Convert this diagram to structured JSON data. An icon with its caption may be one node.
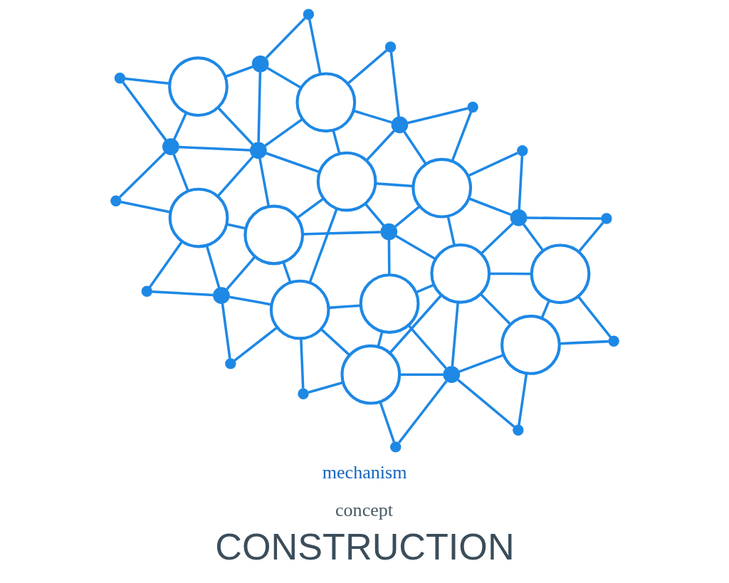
{
  "diagram": {
    "title": "CONSTRUCTION",
    "nodes": [
      {
        "text": [],
        "shape": "dot"
      },
      {
        "text": [],
        "shape": "dot"
      },
      {
        "text": [],
        "shape": "dot"
      },
      {
        "text": [],
        "shape": "dot"
      },
      {
        "text": [],
        "shape": "circle"
      },
      {
        "text": [],
        "shape": "circle"
      },
      {
        "text": [],
        "shape": "dot"
      },
      {
        "text": [],
        "shape": "circle"
      },
      {
        "text": [],
        "shape": "dot"
      },
      {
        "text": [],
        "shape": "dot"
      },
      {
        "text": [],
        "shape": "circle"
      },
      {
        "text": [],
        "shape": "dot"
      },
      {
        "text": [],
        "shape": "circle"
      },
      {
        "text": [],
        "shape": "dot"
      },
      {
        "text": [],
        "shape": "dot"
      },
      {
        "text": [],
        "shape": "dot"
      },
      {
        "text": [],
        "shape": "circle"
      },
      {
        "text": [],
        "shape": "circle"
      },
      {
        "text": [],
        "shape": "dot"
      },
      {
        "text": [],
        "shape": "circle"
      },
      {
        "text": [],
        "shape": "circle"
      },
      {
        "text": [],
        "shape": "dot"
      },
      {
        "text": [],
        "shape": "dot"
      },
      {
        "text": [],
        "shape": "circle"
      },
      {
        "text": [],
        "shape": "dot"
      },
      {
        "text": [],
        "shape": "dot"
      },
      {
        "text": [],
        "shape": "dot"
      },
      {
        "text": [],
        "shape": "circle"
      },
      {
        "text": [],
        "shape": "circle"
      },
      {
        "text": [],
        "shape": "dot"
      },
      {
        "text": [],
        "shape": "dot"
      },
      {
        "text": [],
        "shape": "dot"
      },
      {
        "text": [],
        "shape": "dot"
      }
    ],
    "edges": [
      {
        "from": 1,
        "to": 5,
        "arrow": "none"
      },
      {
        "from": 1,
        "to": 3,
        "arrow": "none"
      },
      {
        "from": 3,
        "to": 5,
        "arrow": "none"
      },
      {
        "from": 5,
        "to": 8,
        "arrow": "none"
      },
      {
        "from": 8,
        "to": 11,
        "arrow": "none"
      },
      {
        "from": 5,
        "to": 11,
        "arrow": "none"
      },
      {
        "from": 5,
        "to": 18,
        "arrow": "none"
      },
      {
        "from": 5,
        "to": 10,
        "arrow": "none"
      },
      {
        "from": 3,
        "to": 10,
        "arrow": "none"
      },
      {
        "from": 11,
        "to": 14,
        "arrow": "none"
      },
      {
        "from": 14,
        "to": 17,
        "arrow": "none"
      },
      {
        "from": 11,
        "to": 17,
        "arrow": "none"
      },
      {
        "from": 11,
        "to": 18,
        "arrow": "none"
      },
      {
        "from": 10,
        "to": 18,
        "arrow": "none"
      },
      {
        "from": 0,
        "to": 3,
        "arrow": "none"
      },
      {
        "from": 3,
        "to": 4,
        "arrow": "none"
      },
      {
        "from": 0,
        "to": 4,
        "arrow": "none"
      },
      {
        "from": 2,
        "to": 4,
        "arrow": "none"
      },
      {
        "from": 4,
        "to": 7,
        "arrow": "none"
      },
      {
        "from": 4,
        "to": 10,
        "arrow": "none"
      },
      {
        "from": 4,
        "to": 20,
        "arrow": "none"
      },
      {
        "from": 4,
        "to": 12,
        "arrow": "none"
      },
      {
        "from": 10,
        "to": 15,
        "arrow": "none"
      },
      {
        "from": 10,
        "to": 20,
        "arrow": "none"
      },
      {
        "from": 12,
        "to": 15,
        "arrow": "none"
      },
      {
        "from": 12,
        "to": 19,
        "arrow": "none"
      },
      {
        "from": 7,
        "to": 12,
        "arrow": "none"
      },
      {
        "from": 2,
        "to": 7,
        "arrow": "none"
      },
      {
        "from": 6,
        "to": 7,
        "arrow": "none"
      },
      {
        "from": 6,
        "to": 9,
        "arrow": "none"
      },
      {
        "from": 7,
        "to": 9,
        "arrow": "none"
      },
      {
        "from": 7,
        "to": 19,
        "arrow": "none"
      },
      {
        "from": 9,
        "to": 12,
        "arrow": "none"
      },
      {
        "from": 9,
        "to": 19,
        "arrow": "none"
      },
      {
        "from": 9,
        "to": 13,
        "arrow": "none"
      },
      {
        "from": 9,
        "to": 16,
        "arrow": "none"
      },
      {
        "from": 13,
        "to": 16,
        "arrow": "none"
      },
      {
        "from": 17,
        "to": 18,
        "arrow": "none"
      },
      {
        "from": 17,
        "to": 22,
        "arrow": "none"
      },
      {
        "from": 18,
        "to": 22,
        "arrow": "none"
      },
      {
        "from": 18,
        "to": 27,
        "arrow": "none"
      },
      {
        "from": 18,
        "to": 20,
        "arrow": "none"
      },
      {
        "from": 22,
        "to": 24,
        "arrow": "none"
      },
      {
        "from": 22,
        "to": 27,
        "arrow": "none"
      },
      {
        "from": 24,
        "to": 27,
        "arrow": "none"
      },
      {
        "from": 20,
        "to": 27,
        "arrow": "none"
      },
      {
        "from": 27,
        "to": 29,
        "arrow": "none"
      },
      {
        "from": 27,
        "to": 31,
        "arrow": "none"
      },
      {
        "from": 29,
        "to": 31,
        "arrow": "none"
      },
      {
        "from": 15,
        "to": 20,
        "arrow": "none"
      },
      {
        "from": 20,
        "to": 28,
        "arrow": "none"
      },
      {
        "from": 20,
        "to": 29,
        "arrow": "none"
      },
      {
        "from": 15,
        "to": 28,
        "arrow": "none"
      },
      {
        "from": 15,
        "to": 19,
        "arrow": "none"
      },
      {
        "from": 19,
        "to": 28,
        "arrow": "none"
      },
      {
        "from": 28,
        "to": 29,
        "arrow": "none"
      },
      {
        "from": 29,
        "to": 32,
        "arrow": "none"
      },
      {
        "from": 28,
        "to": 32,
        "arrow": "none"
      },
      {
        "from": 28,
        "to": 30,
        "arrow": "none"
      },
      {
        "from": 25,
        "to": 28,
        "arrow": "none"
      },
      {
        "from": 25,
        "to": 30,
        "arrow": "none"
      },
      {
        "from": 16,
        "to": 19,
        "arrow": "none"
      },
      {
        "from": 19,
        "to": 23,
        "arrow": "none"
      },
      {
        "from": 19,
        "to": 25,
        "arrow": "none"
      },
      {
        "from": 23,
        "to": 25,
        "arrow": "none"
      },
      {
        "from": 25,
        "to": 26,
        "arrow": "none"
      },
      {
        "from": 23,
        "to": 26,
        "arrow": "none"
      },
      {
        "from": 16,
        "to": 23,
        "arrow": "none"
      },
      {
        "from": 16,
        "to": 21,
        "arrow": "none"
      },
      {
        "from": 21,
        "to": 23,
        "arrow": "none"
      }
    ],
    "labels": [
      "mechanism",
      "concept"
    ]
  }
}
